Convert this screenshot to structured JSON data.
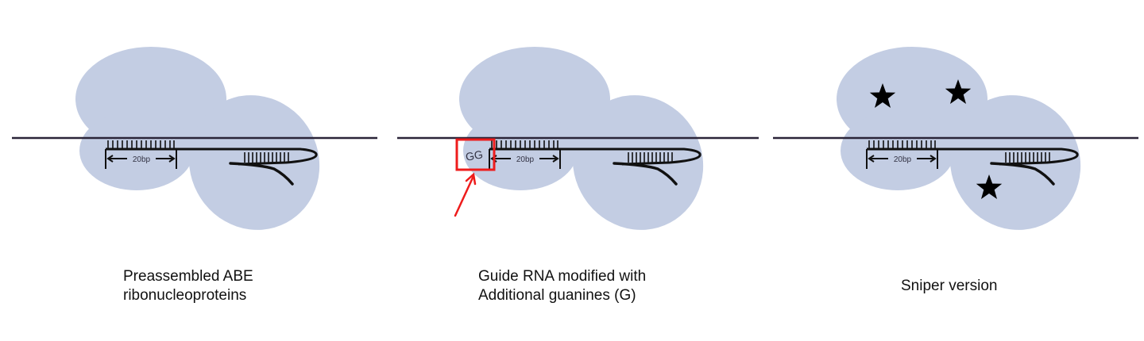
{
  "figure": {
    "colors": {
      "protein": "#c3cde3",
      "dna": "#2a2438",
      "rna": "#111111",
      "highlight": "#ee1c1c",
      "star": "#000000"
    },
    "panels": [
      {
        "id": "preassembled",
        "bp_label": "20bp",
        "caption": [
          "Preassembled ABE",
          "ribonucleoproteins"
        ],
        "stars": 0,
        "highlight": null
      },
      {
        "id": "guide-modified",
        "bp_label": "20bp",
        "caption": [
          "Guide RNA modified with",
          "Additional guanines (G)"
        ],
        "stars": 0,
        "highlight": {
          "label": "GG",
          "arrow": true
        }
      },
      {
        "id": "sniper",
        "bp_label": "20bp",
        "caption": [
          "Sniper version"
        ],
        "stars": 3,
        "highlight": null
      }
    ]
  }
}
